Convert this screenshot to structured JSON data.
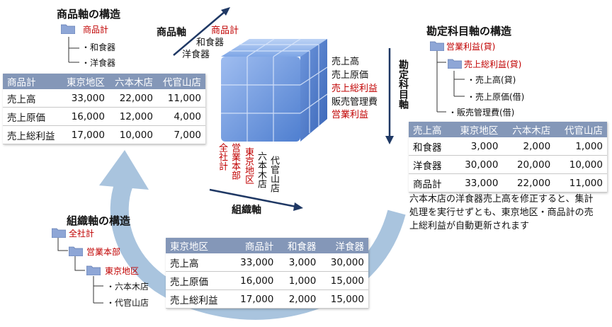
{
  "colors": {
    "accent_red": "#c00000",
    "table_header": "#8497b8",
    "cube_blue": "#6f9be0",
    "arrow_navy": "#1f3864",
    "cycle_arrow": "#a9c4de"
  },
  "product_structure": {
    "title": "商品軸の構造",
    "root": "商品計",
    "children": [
      "・和食器",
      "・洋食器"
    ]
  },
  "product_table": {
    "headers": [
      "商品計",
      "東京地区",
      "六本木店",
      "代官山店"
    ],
    "rows": [
      [
        "売上高",
        "33,000",
        "22,000",
        "11,000"
      ],
      [
        "売上原価",
        "16,000",
        "12,000",
        "4,000"
      ],
      [
        "売上総利益",
        "17,000",
        "10,000",
        "7,000"
      ]
    ]
  },
  "cube": {
    "product_axis_label": "商品軸",
    "product_items": [
      "商品計",
      "和食器",
      "洋食器"
    ],
    "account_axis_label": "勘定科目軸",
    "account_items": [
      "売上高",
      "売上原価",
      "売上総利益",
      "販売管理費",
      "営業利益"
    ],
    "org_axis_label": "組織軸",
    "org_items": [
      "全社計",
      "営業本部",
      "東京地区",
      "六本木店",
      "代官山店"
    ]
  },
  "account_structure": {
    "title": "勘定科目軸の構造",
    "root": "営業利益(貸)",
    "child": "売上総利益(貸)",
    "grandchildren": [
      "・売上高(貸)",
      "・売上原価(借)"
    ],
    "sibling": "・販売管理費(借)"
  },
  "account_table": {
    "headers": [
      "売上高",
      "東京地区",
      "六本木店",
      "代官山店"
    ],
    "rows": [
      [
        "和食器",
        "3,000",
        "2,000",
        "1,000"
      ],
      [
        "洋食器",
        "30,000",
        "20,000",
        "10,000"
      ],
      [
        "商品計",
        "33,000",
        "22,000",
        "11,000"
      ]
    ]
  },
  "note": "六本木店の洋食器売上高を修正すると、集計処理を実行せずとも、東京地区・商品計の売上総利益が自動更新されます",
  "org_structure": {
    "title": "組織軸の構造",
    "root": "全社計",
    "level1": "営業本部",
    "level2": "東京地区",
    "leaves": [
      "・六本木店",
      "・代官山店"
    ]
  },
  "org_table": {
    "headers": [
      "東京地区",
      "商品計",
      "和食器",
      "洋食器"
    ],
    "rows": [
      [
        "売上高",
        "33,000",
        "3,000",
        "30,000"
      ],
      [
        "売上原価",
        "16,000",
        "1,000",
        "15,000"
      ],
      [
        "売上総利益",
        "17,000",
        "2,000",
        "15,000"
      ]
    ]
  }
}
